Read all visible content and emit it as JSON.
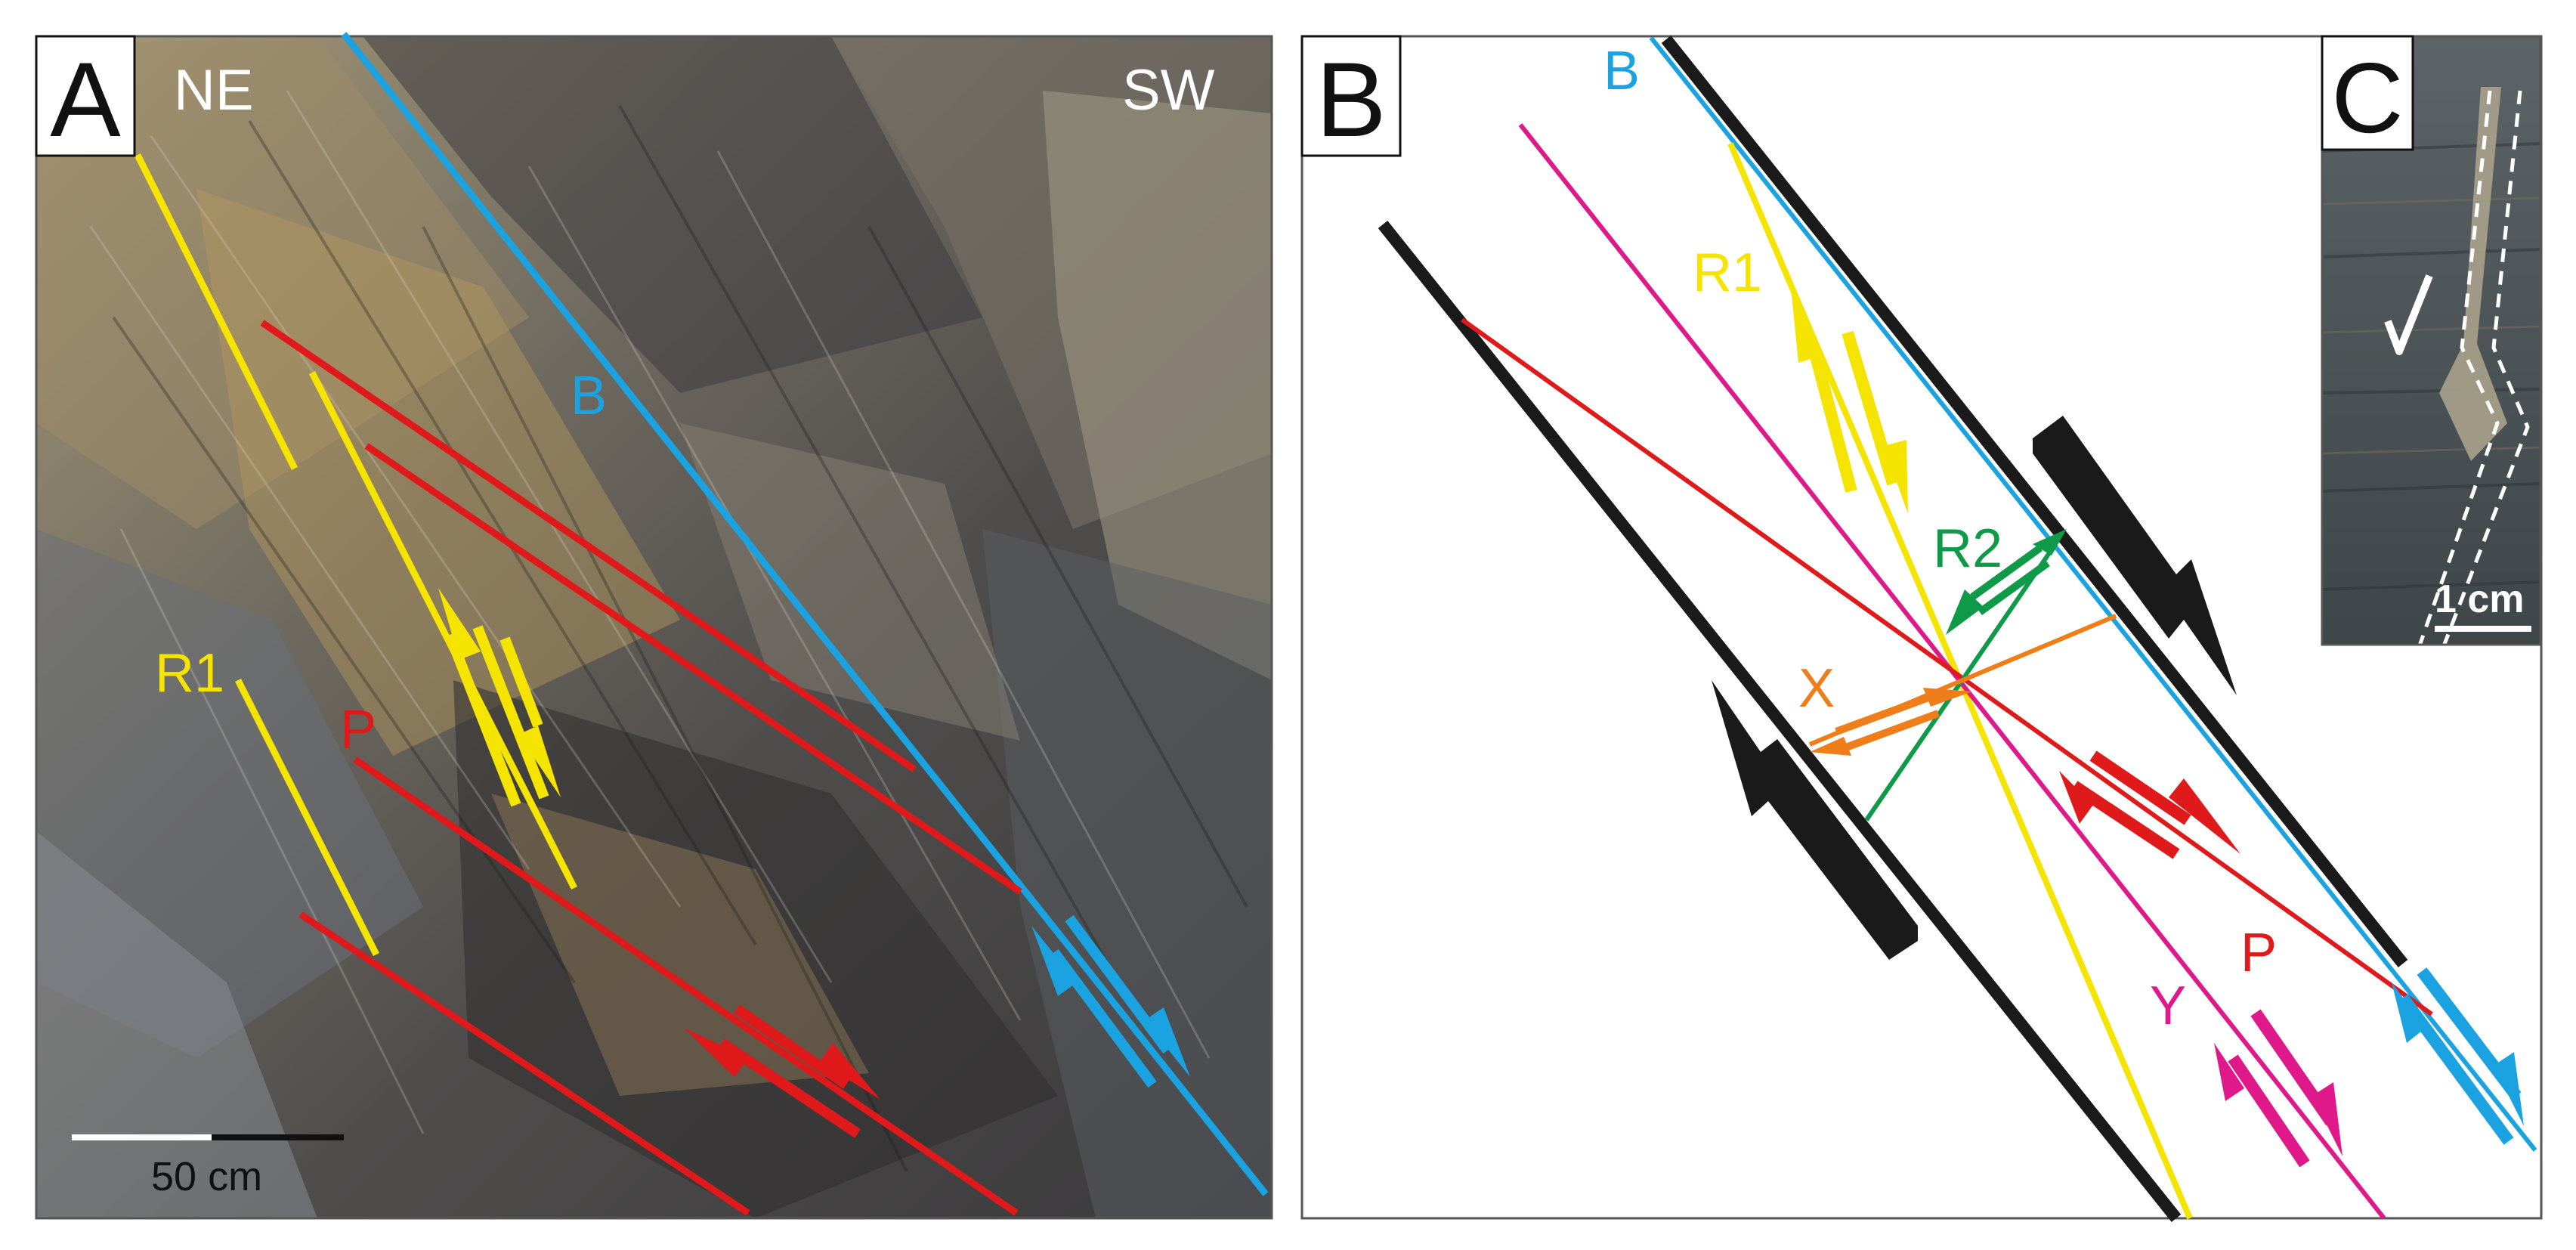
{
  "panel_a": {
    "letter": "A",
    "orientation_left": "NE",
    "orientation_right": "SW",
    "labels": {
      "b": "B",
      "r1": "R1",
      "p": "P"
    },
    "scale_label": "50 cm"
  },
  "panel_b": {
    "letter": "B",
    "labels": {
      "b": "B",
      "r1": "R1",
      "r2": "R2",
      "x": "X",
      "y": "Y",
      "p": "P"
    }
  },
  "panel_c": {
    "letter": "C",
    "scale_label": "1 cm"
  },
  "colors": {
    "b_shear": "#1aa3e0",
    "r1_riedel": "#f5e400",
    "p_shear": "#e01a1a",
    "r2_riedel": "#0e9a48",
    "x_shear": "#ef7d1a",
    "y_shear": "#e0198a",
    "boundary": "#1a1a1a"
  }
}
